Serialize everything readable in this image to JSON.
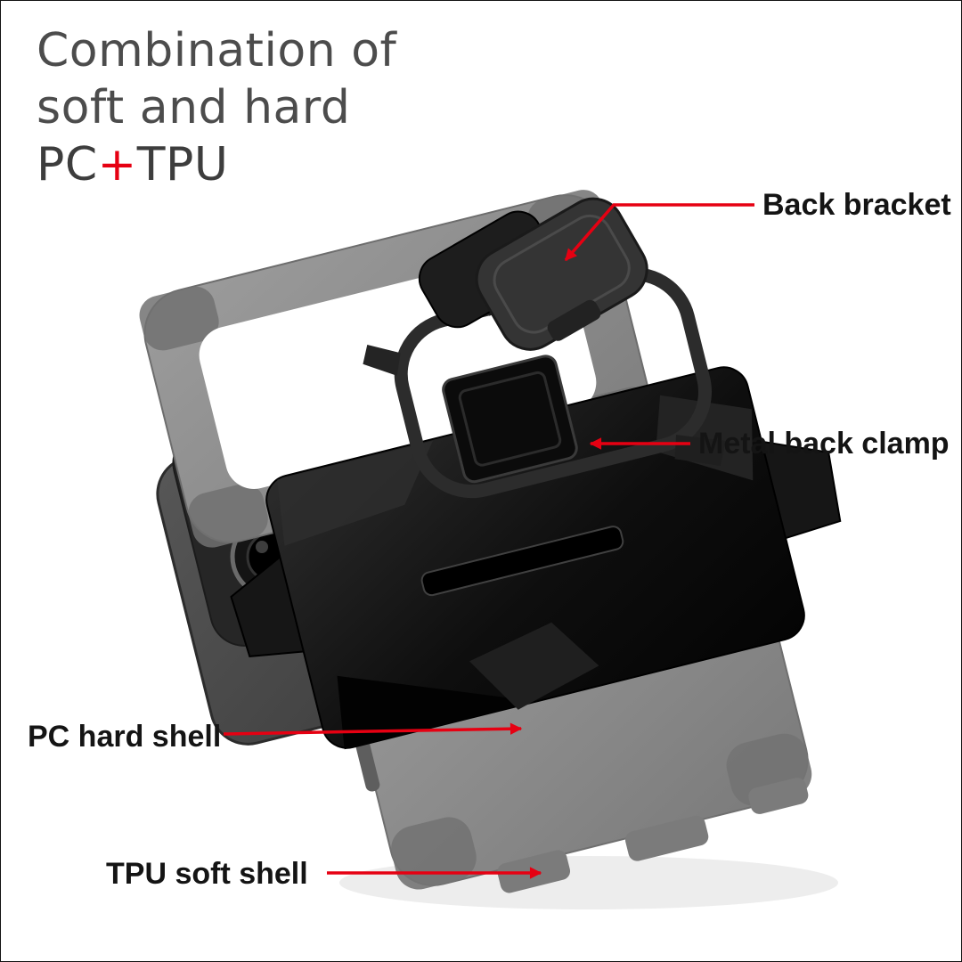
{
  "image": {
    "type": "product-exploded-diagram",
    "subject": "shockproof phone case with belt clip, exploded layer view",
    "background": "#ffffff"
  },
  "title": {
    "line1": "Combination of",
    "line2": "soft and hard",
    "pc": "PC",
    "plus": "+",
    "tpu": "TPU"
  },
  "callouts": {
    "back_bracket": "Back bracket",
    "metal_back_clamp": "Metal back clamp",
    "pc_hard_shell": "PC hard shell",
    "tpu_soft_shell": "TPU soft shell"
  },
  "colors": {
    "leader_line": "#e60012",
    "plus_sign": "#e60012",
    "title_text": "#4c4c4c",
    "label_text": "#141414",
    "tpu_gray": "#8c8c8c",
    "pc_black": "#121212",
    "phone_gray": "#474747",
    "clamp_dark": "#2c2c2c",
    "bracket_gray": "#343434"
  }
}
